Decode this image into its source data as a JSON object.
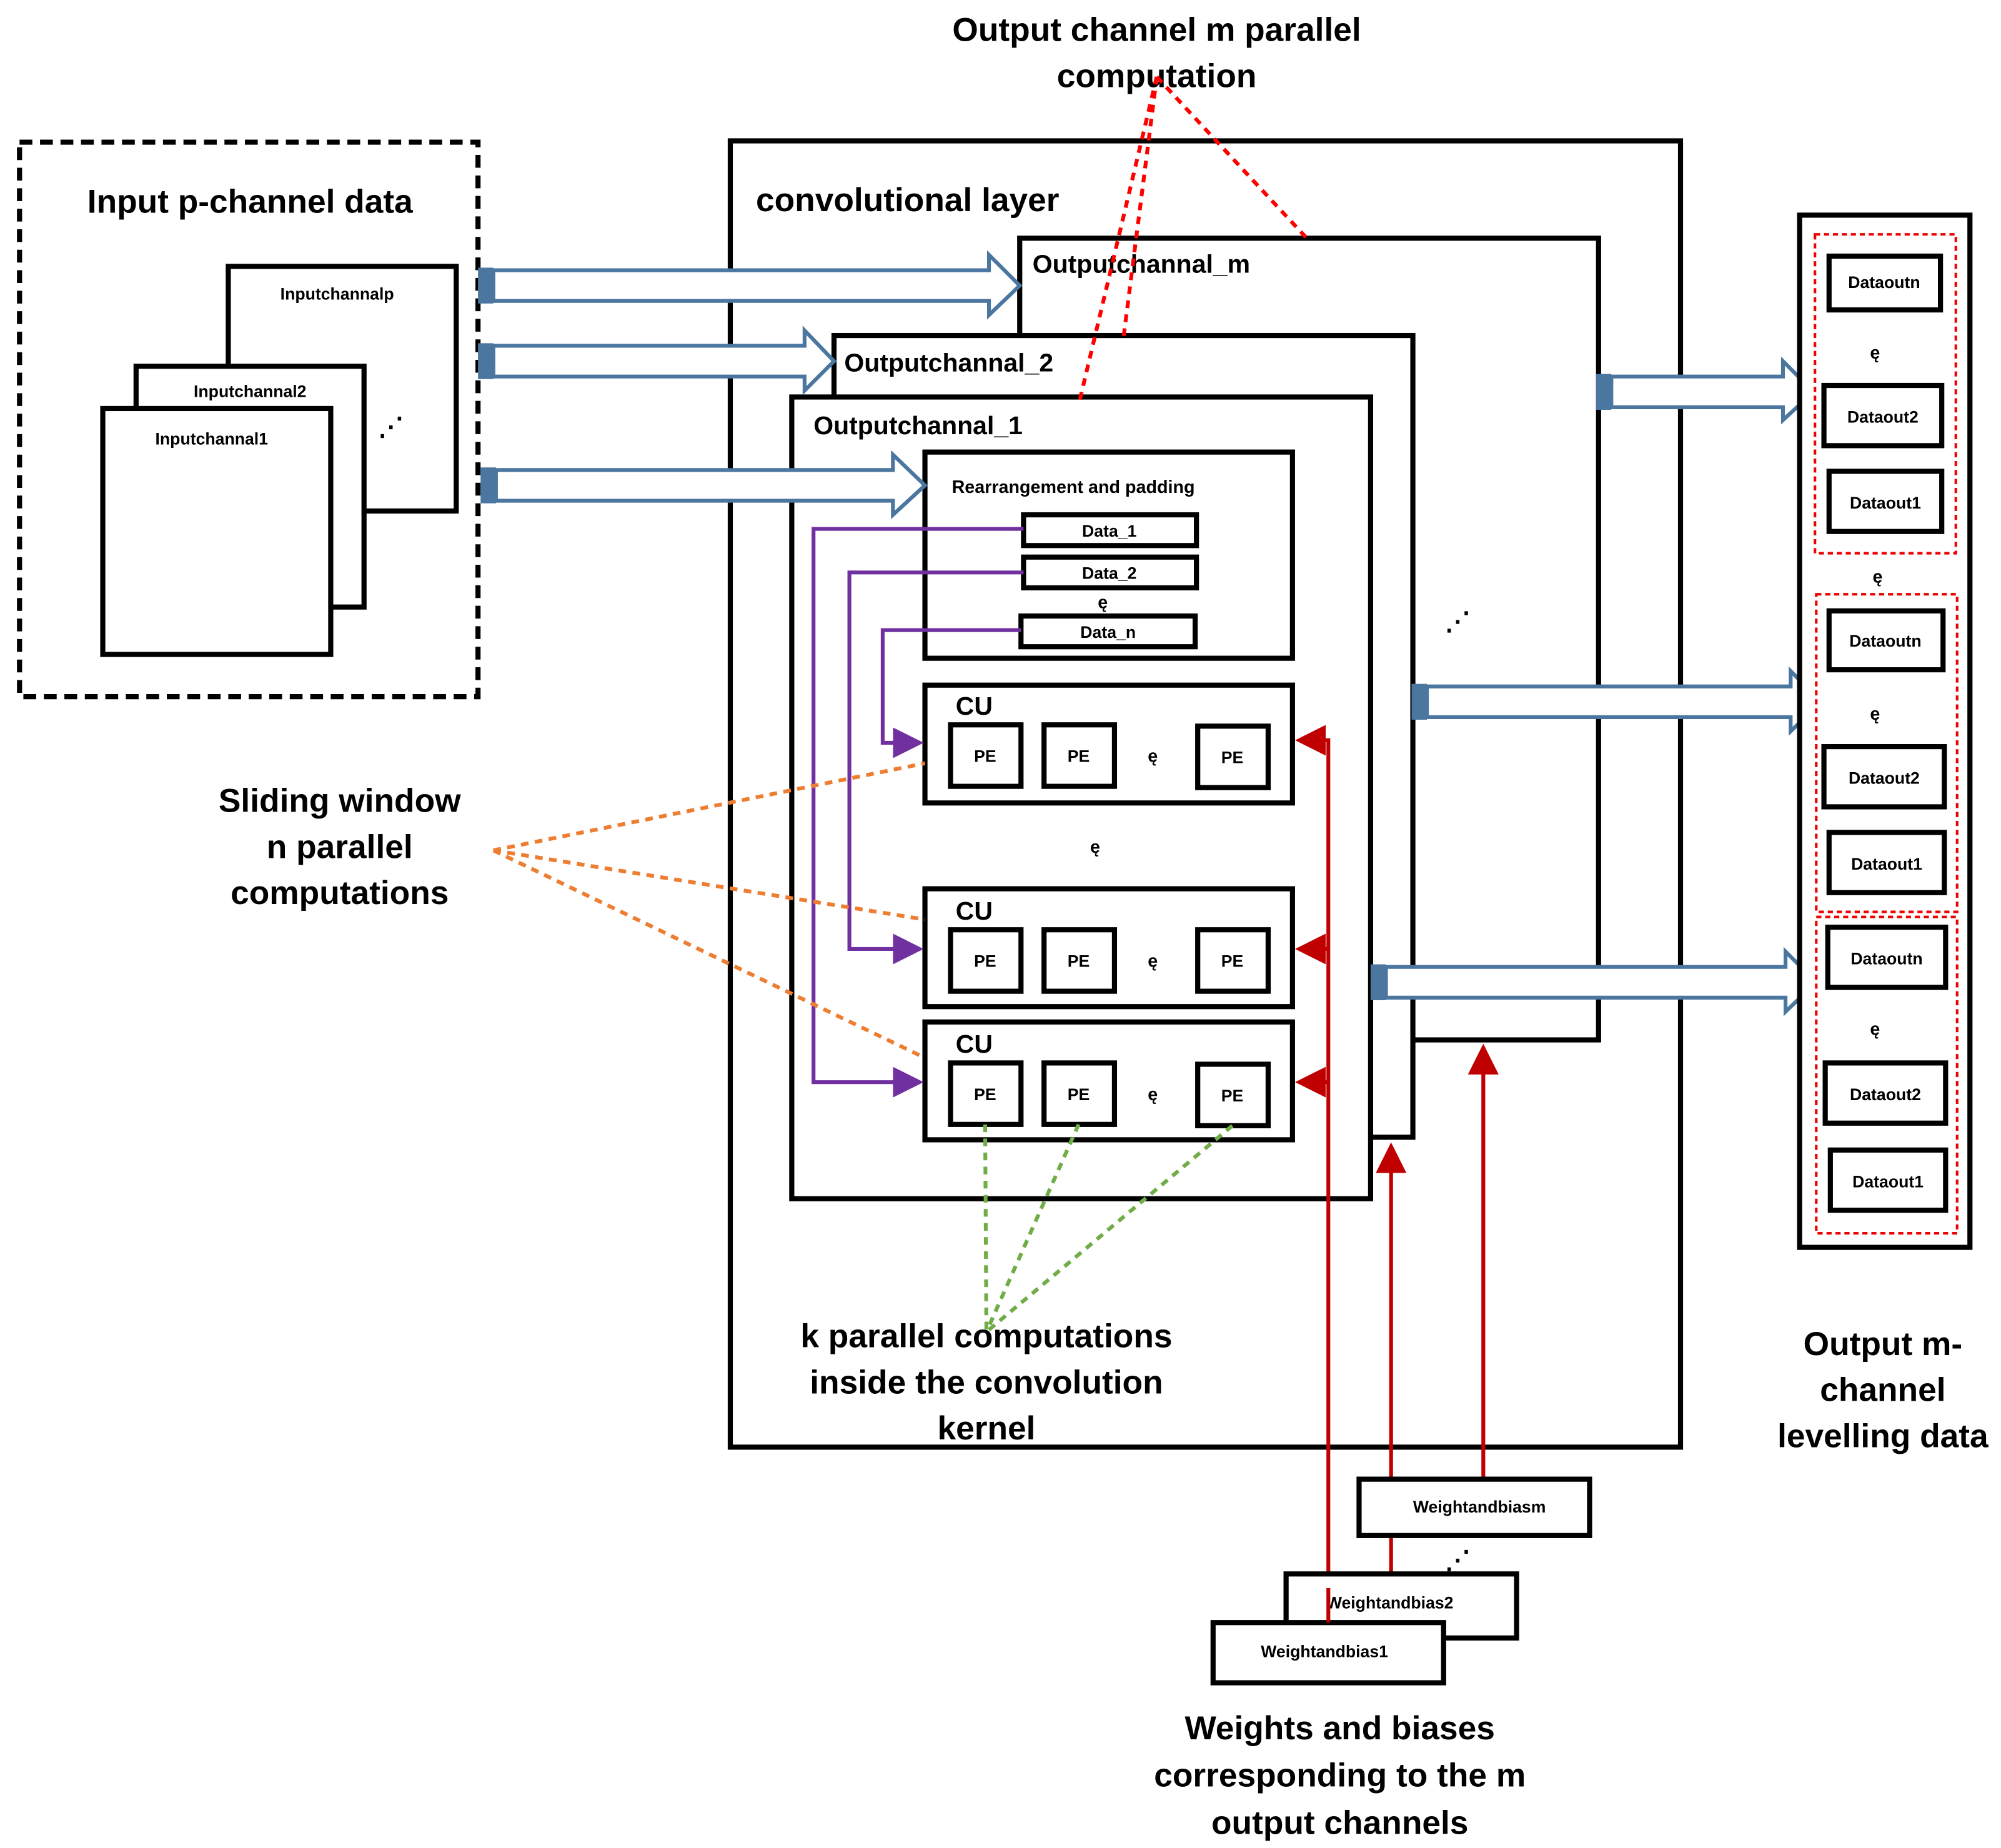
{
  "labels": {
    "output_parallel_1": "Output channel m parallel",
    "output_parallel_2": "computation",
    "input_title": "Input p-channel  data",
    "conv_layer": "convolutional layer",
    "sliding_1": "Sliding window",
    "sliding_2": "n parallel",
    "sliding_3": "computations",
    "k_parallel_1": "k parallel computations",
    "k_parallel_2": "inside the convolution",
    "k_parallel_3": "kernel",
    "weights_1": "Weights and biases",
    "weights_2": "corresponding to the m",
    "weights_3": "output channels",
    "output_data_1": "Output m-",
    "output_data_2": "channel",
    "output_data_3": "levelling data"
  },
  "input_channels": [
    "Inputchannalp",
    "Inputchannal2",
    "Inputchannal1"
  ],
  "output_channels": [
    "Outputchannal_m",
    "Outputchannal_2",
    "Outputchannal_1"
  ],
  "rearrangement": {
    "title": "Rearrangement and padding",
    "data": [
      "Data_1",
      "Data_2",
      "Data_n"
    ]
  },
  "cu": {
    "label": "CU",
    "pe_label": "PE"
  },
  "ellipsis": "ę",
  "weights": [
    "Weightandbiasm",
    "Weightandbias2",
    "Weightandbias1"
  ],
  "dataout_groups": [
    [
      "Dataoutn",
      "Dataout2",
      "Dataout1"
    ],
    [
      "Dataoutn",
      "Dataout2",
      "Dataout1"
    ],
    [
      "Dataoutn",
      "Dataout2",
      "Dataout1"
    ]
  ]
}
